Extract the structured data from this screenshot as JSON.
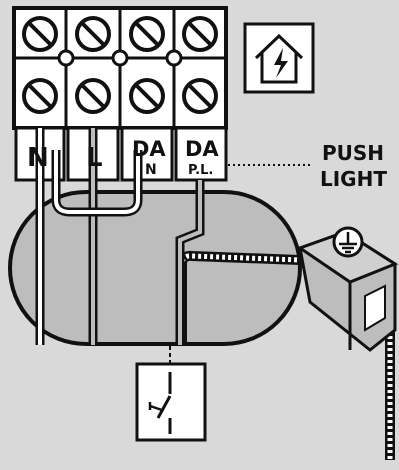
{
  "labels": {
    "n": "N",
    "l": "L",
    "da1_top": "DA",
    "da1_sub": "N",
    "da2_top": "DA",
    "da2_sub": "P.L.",
    "push_line1": "PUSH",
    "push_line2": "LIGHT"
  },
  "icons": {
    "house": "house-lightning-icon",
    "earth": "earth-ground-icon",
    "switch": "pushbutton-switch-icon"
  },
  "colors": {
    "background": "#d9d9d9",
    "stroke": "#111111",
    "fill": "#ffffff",
    "shade": "#bdbdbd"
  }
}
